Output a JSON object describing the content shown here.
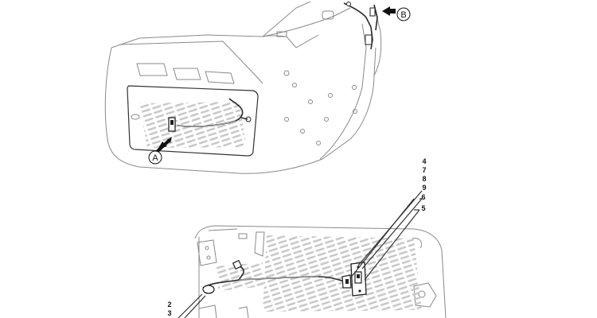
{
  "callouts": {
    "A": "A",
    "B": "B"
  },
  "part_numbers": {
    "n4": "4",
    "n7": "7",
    "n8": "8",
    "n9": "9",
    "n6": "6",
    "n5": "5",
    "n2": "2",
    "n3": "3"
  },
  "colors": {
    "outline": "#8a8a8a",
    "dark": "#2b2b2b",
    "hatch": "#c9c9c9"
  }
}
